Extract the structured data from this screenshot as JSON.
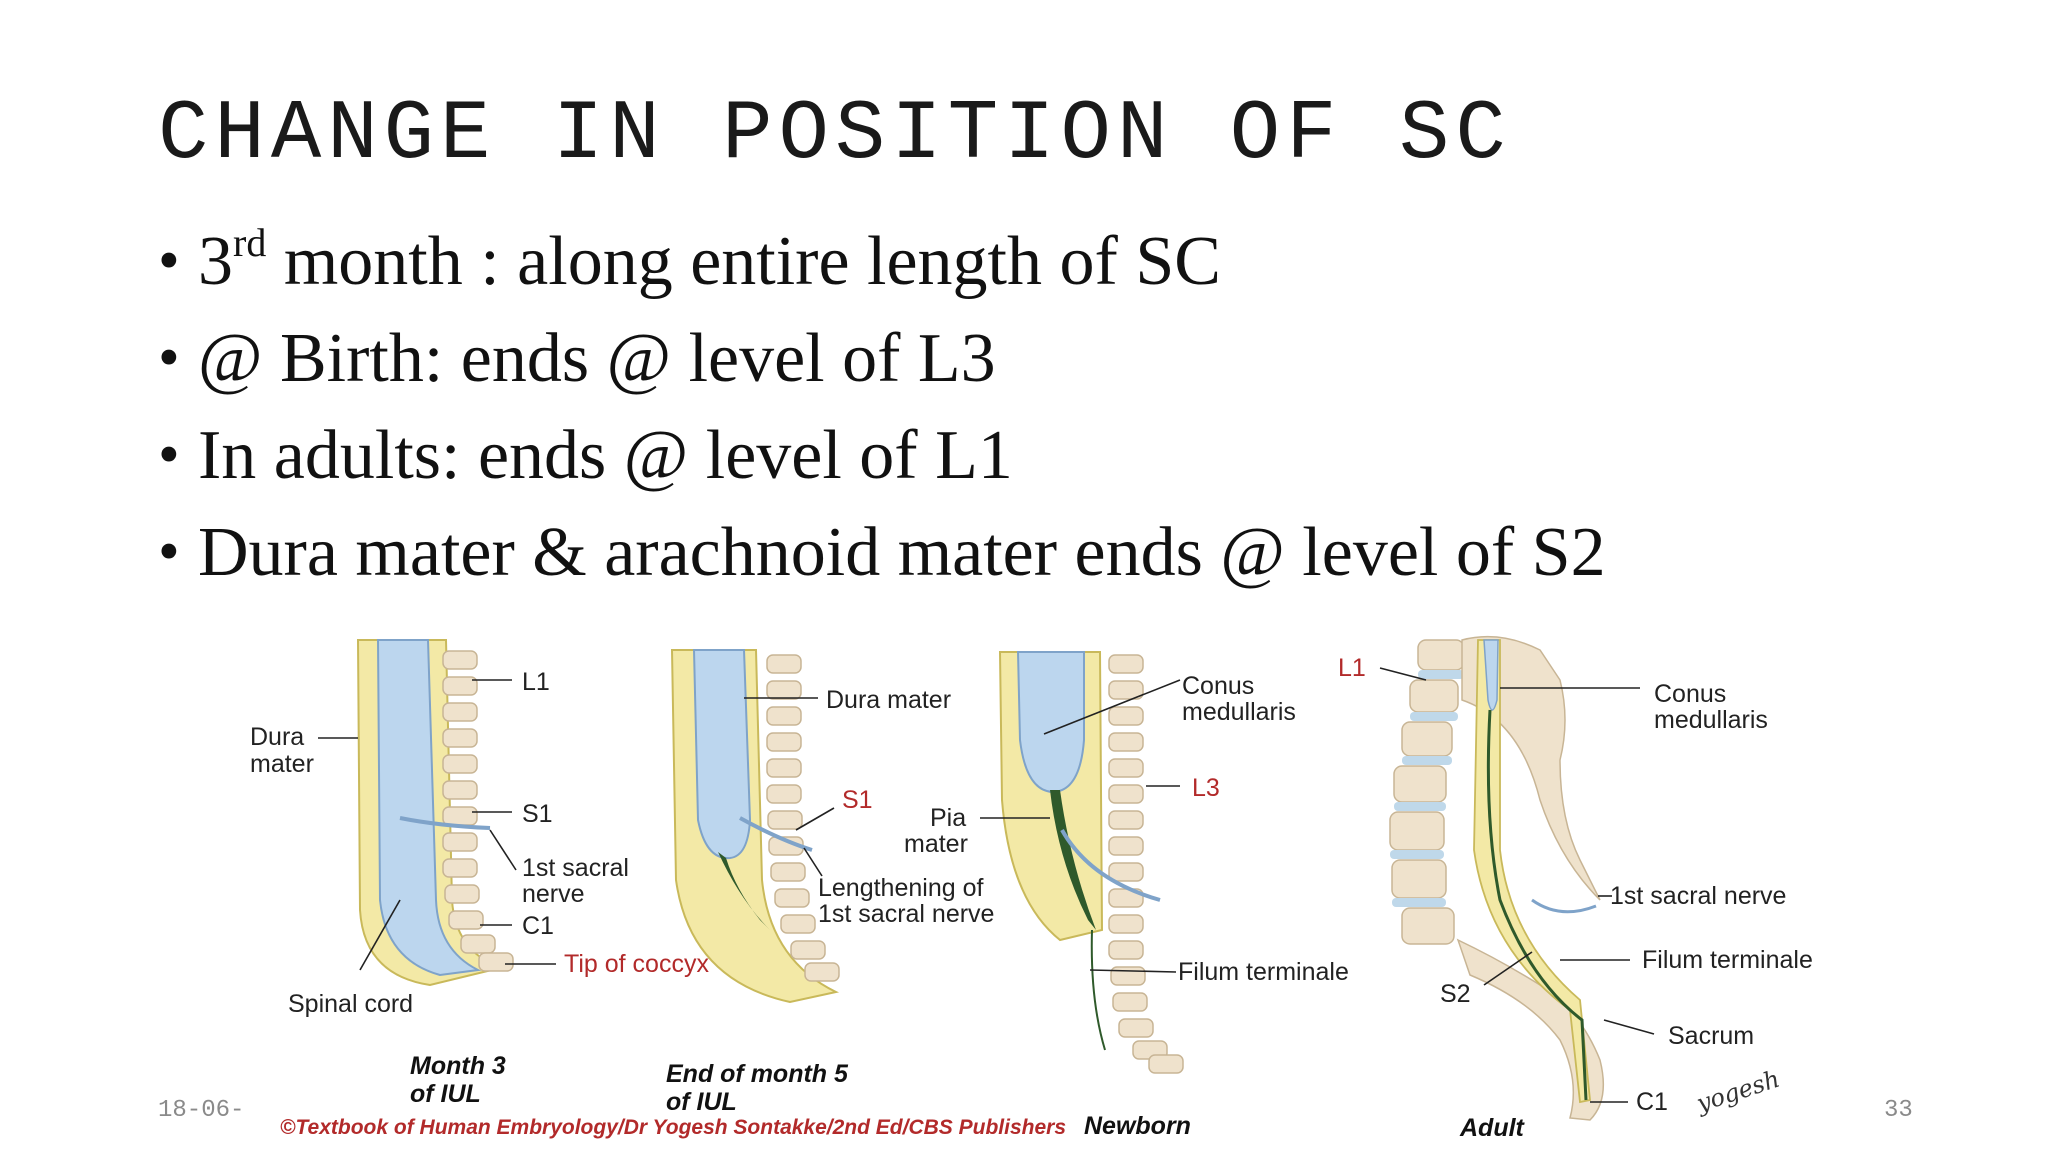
{
  "slide": {
    "title": "CHANGE IN POSITION OF SC",
    "bullets": [
      {
        "pre": "3",
        "sup": "rd",
        "post": " month : along entire length of SC"
      },
      {
        "pre": "@ Birth: ends @ level of L3",
        "sup": "",
        "post": ""
      },
      {
        "pre": "In adults: ends @ level of L1",
        "sup": "",
        "post": ""
      },
      {
        "pre": "Dura mater & arachnoid mater ends @ level of S2",
        "sup": "",
        "post": ""
      }
    ],
    "footer": {
      "date": "18-06-",
      "page": "33"
    }
  },
  "figure": {
    "panels": {
      "month3": {
        "caption_line1": "Month 3",
        "caption_line2": "of IUL",
        "labels": {
          "l1": "L1",
          "dura": "Dura",
          "mater": "mater",
          "s1": "S1",
          "sacral1": "1st sacral",
          "sacral2": "nerve",
          "c1": "C1",
          "coccyx": "Tip of coccyx",
          "cord": "Spinal cord"
        }
      },
      "month5": {
        "caption_line1": "End of month 5",
        "caption_line2": "of IUL",
        "labels": {
          "dura": "Dura mater",
          "s1": "S1",
          "length1": "Lengthening of",
          "length2": "1st sacral nerve"
        }
      },
      "newborn": {
        "caption": "Newborn",
        "labels": {
          "conus1": "Conus",
          "conus2": "medullaris",
          "l3": "L3",
          "pia1": "Pia",
          "pia2": "mater",
          "filum": "Filum terminale"
        }
      },
      "adult": {
        "caption": "Adult",
        "labels": {
          "l1": "L1",
          "conus1": "Conus",
          "conus2": "medullaris",
          "sacral": "1st sacral nerve",
          "filum": "Filum terminale",
          "s2": "S2",
          "sacrum": "Sacrum",
          "c1": "C1"
        }
      }
    },
    "credit": "©Textbook of Human Embryology/Dr Yogesh Sontakke/2nd Ed/CBS Publishers",
    "signature": "yogesh",
    "colors": {
      "dura": "#f3e9a6",
      "dura_edge": "#c9b95a",
      "cord": "#bcd6ee",
      "cord_edge": "#7fa3c9",
      "vertebra": "#efe2cc",
      "vertebra_edge": "#c8b595",
      "disc": "#bfd8ea",
      "pia": "#2f5a2b",
      "label": "#222222",
      "accent_label": "#b22a2a",
      "credit": "#b22a2a"
    }
  }
}
